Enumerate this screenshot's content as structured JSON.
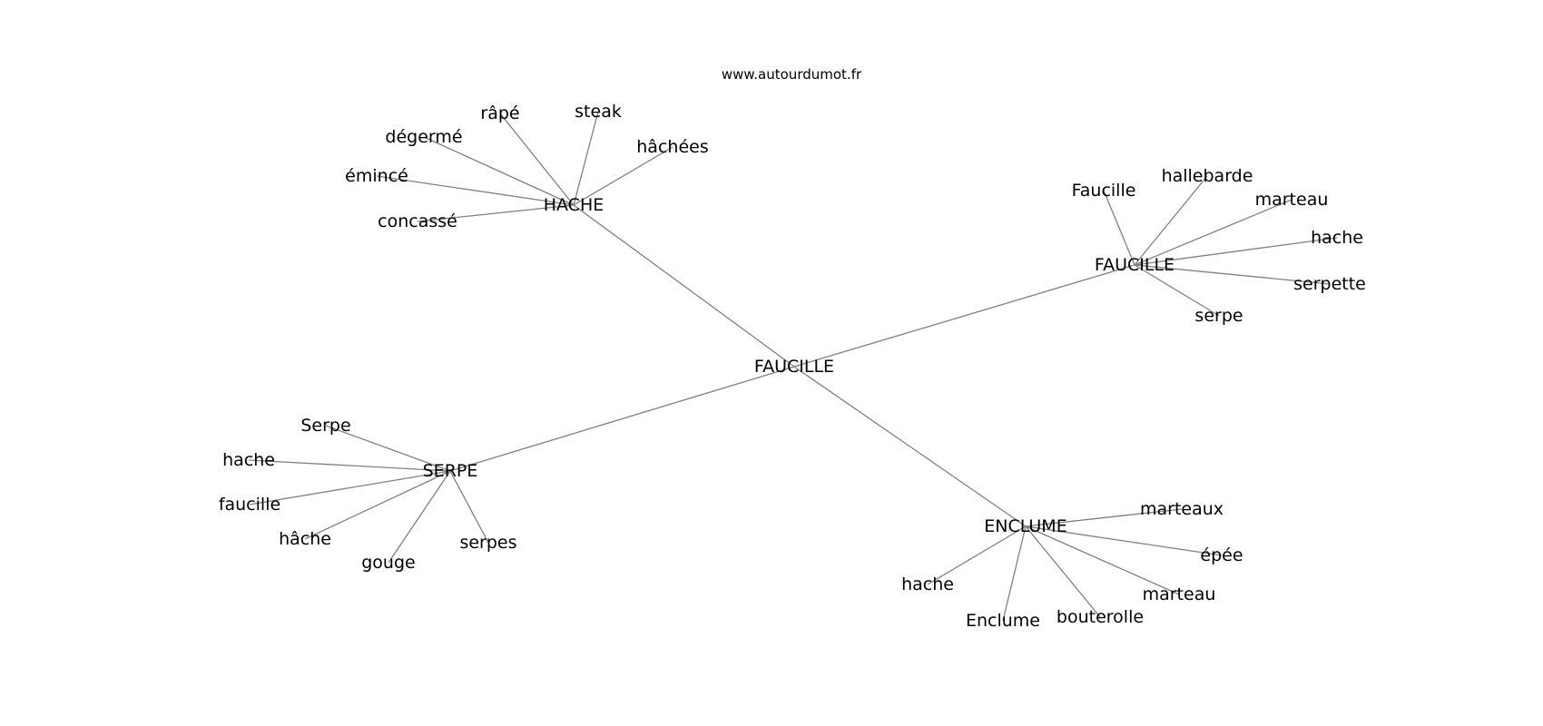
{
  "watermark": "www.autourdumot.fr",
  "colors": {
    "edge": "#808080",
    "text": "#000000",
    "background": "#ffffff"
  },
  "graph": {
    "center": "FAUCILLE",
    "clusters": [
      {
        "id": "hache",
        "label": "HACHE",
        "leaves": [
          "râpé",
          "steak",
          "dégermé",
          "hâchées",
          "émincé",
          "concassé"
        ]
      },
      {
        "id": "faucille",
        "label": "FAUCILLE",
        "leaves": [
          "Faucille",
          "hallebarde",
          "marteau",
          "hache",
          "serpette",
          "serpe"
        ]
      },
      {
        "id": "serpe",
        "label": "SERPE",
        "leaves": [
          "Serpe",
          "hache",
          "faucille",
          "hâche",
          "gouge",
          "serpes"
        ]
      },
      {
        "id": "enclume",
        "label": "ENCLUME",
        "leaves": [
          "marteaux",
          "épée",
          "marteau",
          "hache",
          "Enclume",
          "bouterolle"
        ]
      }
    ]
  }
}
